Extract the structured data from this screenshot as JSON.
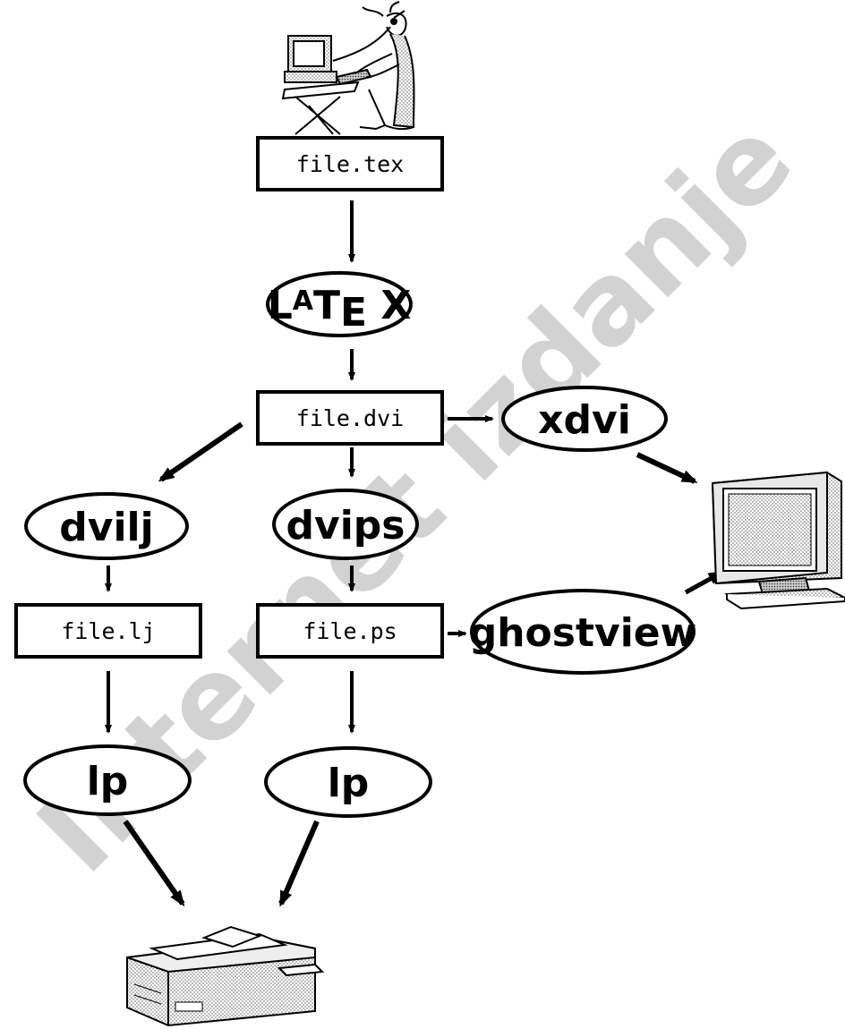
{
  "watermark": "Internet izdanje",
  "files": {
    "tex": "file.tex",
    "dvi": "file.dvi",
    "lj": "file.lj",
    "ps": "file.ps"
  },
  "programs": {
    "latex": "LATEX",
    "xdvi": "xdvi",
    "dvilj": "dvilj",
    "dvips": "dvips",
    "ghostview": "ghostview",
    "lp_left": "lp",
    "lp_right": "lp"
  },
  "icons": {
    "author": "person-at-computer-icon",
    "monitor": "monitor-icon",
    "printer": "printer-icon"
  },
  "colors": {
    "ink": "#000000",
    "watermark": "#d2d2d2"
  }
}
